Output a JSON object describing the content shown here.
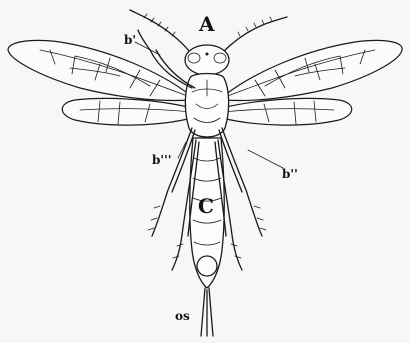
{
  "labels": {
    "head": "A",
    "abdomen": "C",
    "leg_front": "b'",
    "leg_middle": "b''",
    "leg_hind": "b'''",
    "ovipositor": "os"
  }
}
